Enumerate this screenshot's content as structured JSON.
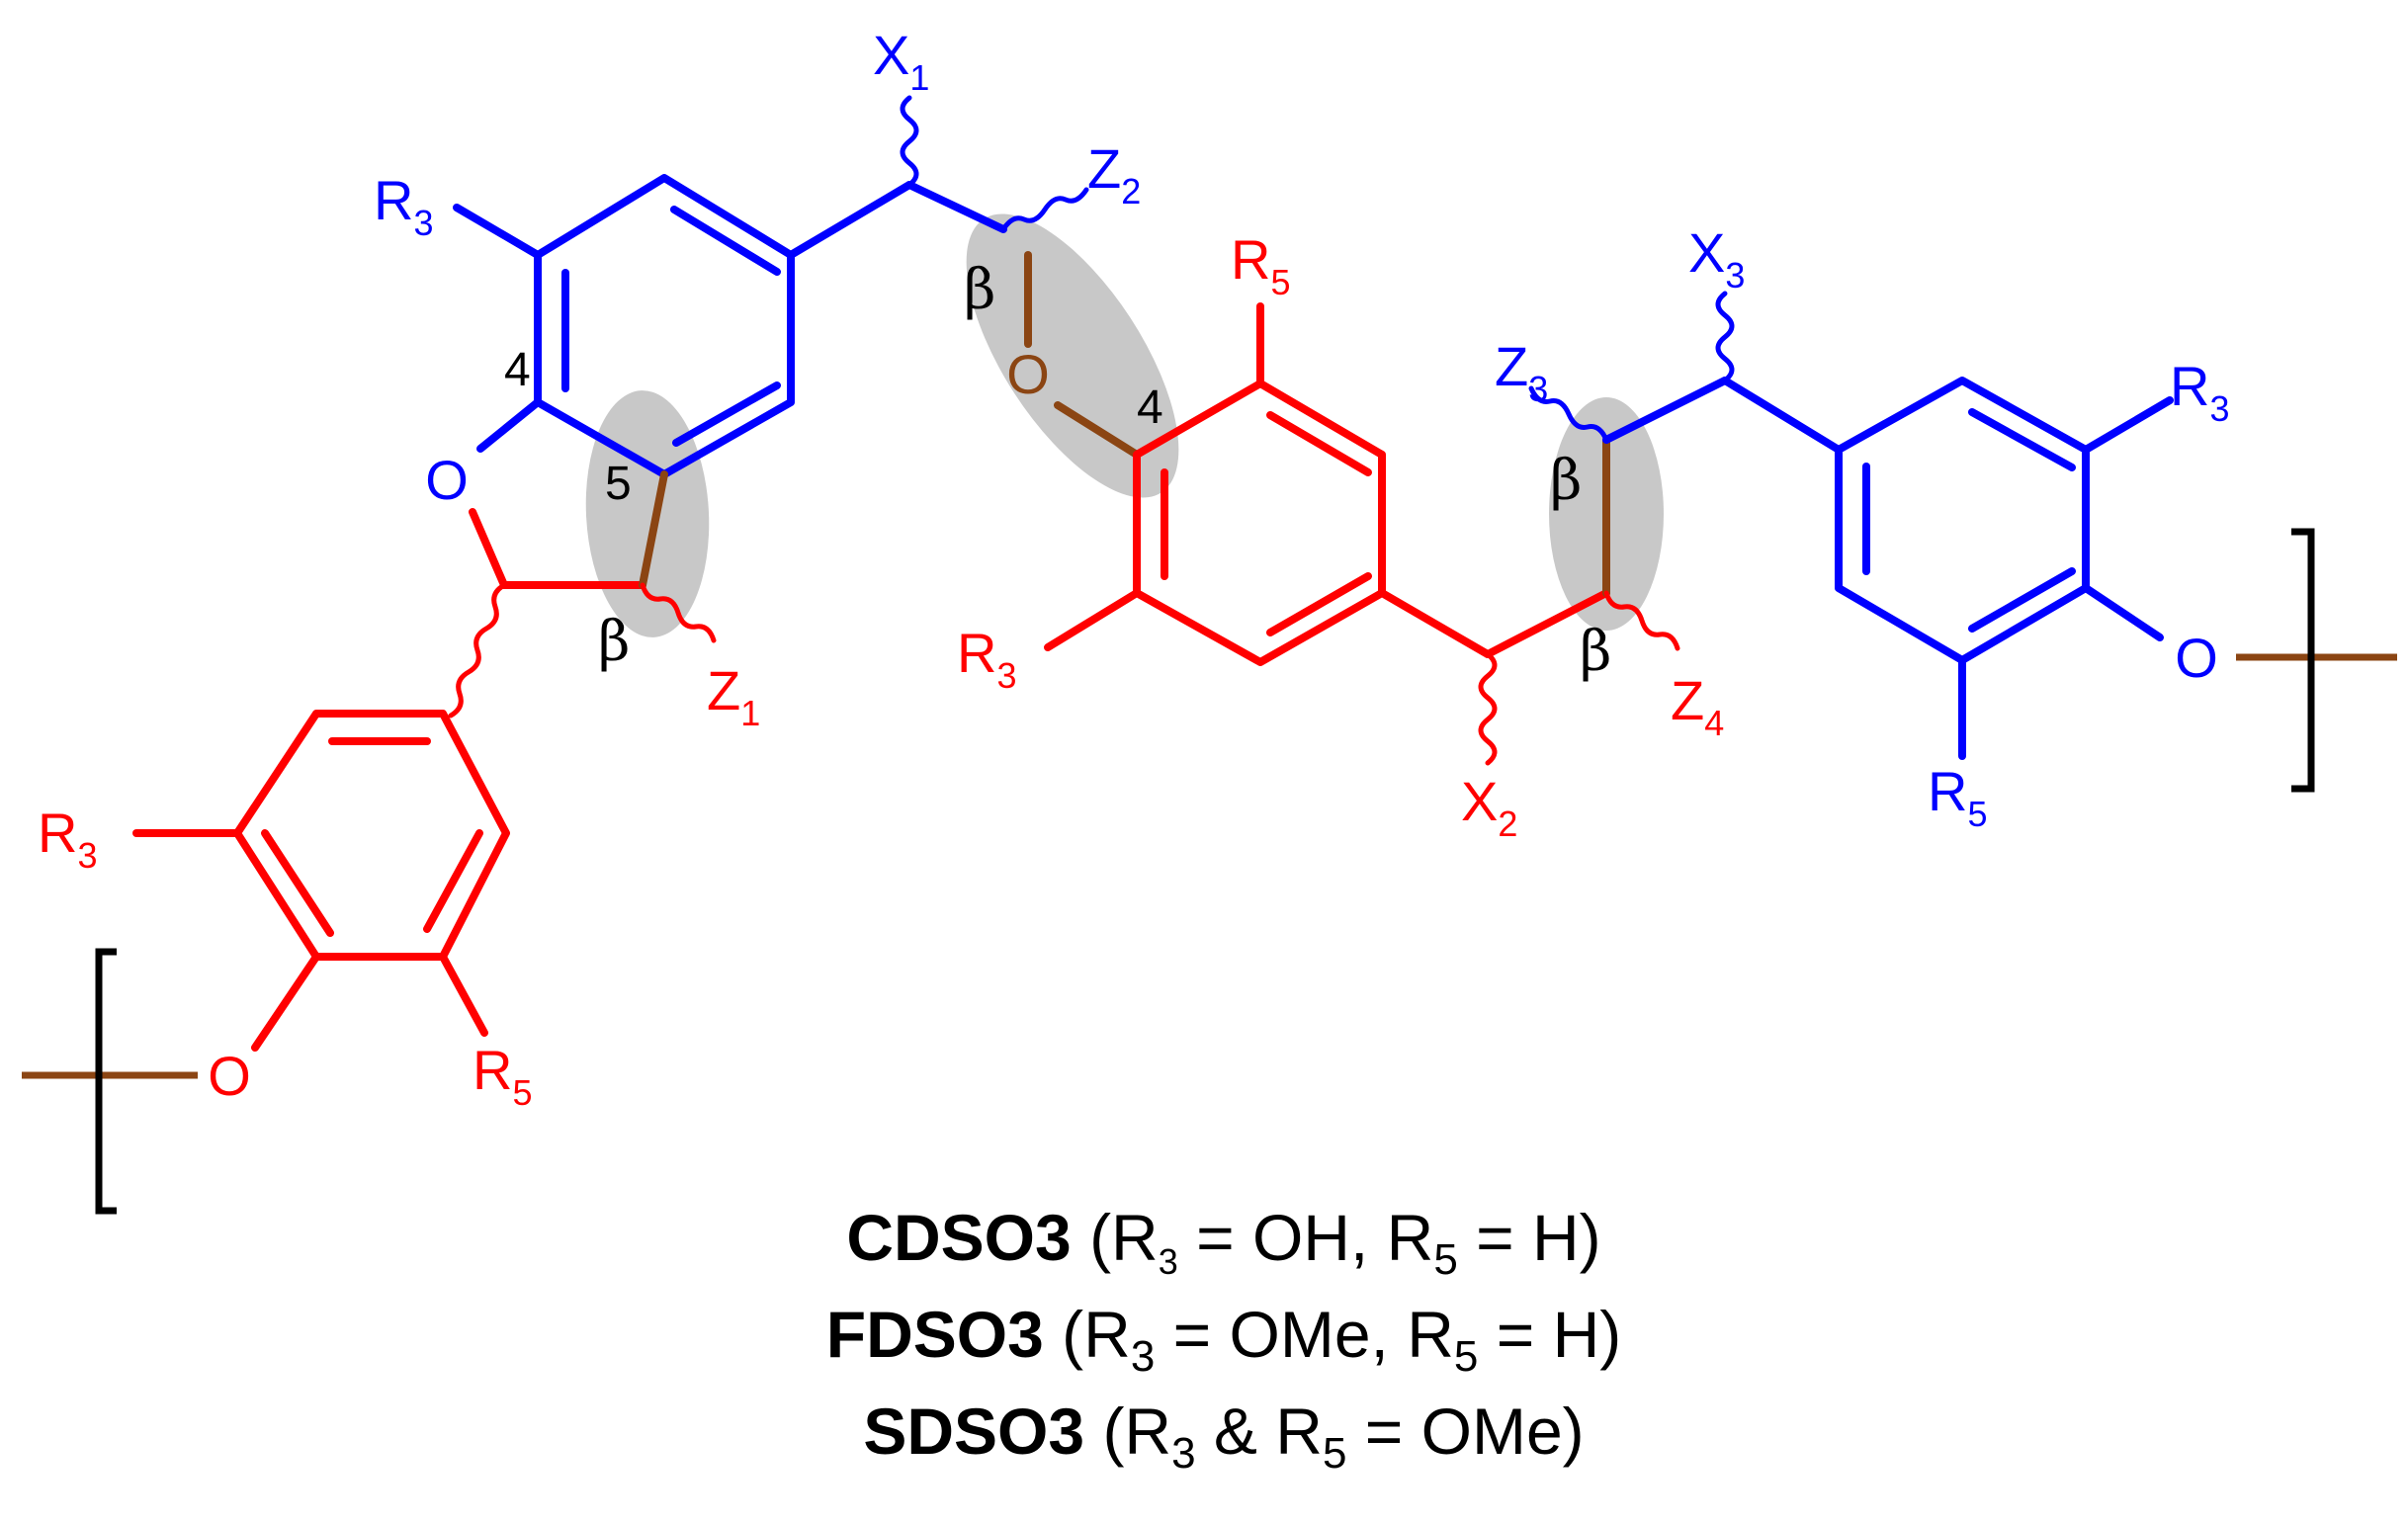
{
  "colors": {
    "blue": "#0000ff",
    "red": "#ff0000",
    "brown": "#8b4513",
    "black": "#000000",
    "highlight": "#c8c8c8"
  },
  "labels": {
    "x1": "X",
    "x1_sub": "1",
    "x2": "X",
    "x2_sub": "2",
    "x3": "X",
    "x3_sub": "3",
    "z1": "Z",
    "z1_sub": "1",
    "z2": "Z",
    "z2_sub": "2",
    "z3": "Z",
    "z3_sub": "3",
    "z4": "Z",
    "z4_sub": "4",
    "r": "R",
    "r3_sub": "3",
    "r5_sub": "5",
    "oxygen": "O",
    "beta": "β",
    "pos4": "4",
    "pos5": "5"
  },
  "legend": [
    {
      "name": "CDSO3",
      "pre": "(R",
      "s1": "3",
      "mid": " = OH, R",
      "s2": "5",
      "post": " = H)"
    },
    {
      "name": "FDSO3",
      "pre": "(R",
      "s1": "3",
      "mid": " = OMe, R",
      "s2": "5",
      "post": " = H)"
    },
    {
      "name": "SDSO3",
      "pre": "(R",
      "s1": "3",
      "mid": " & R",
      "s2": "5",
      "post": " = OMe)"
    }
  ]
}
